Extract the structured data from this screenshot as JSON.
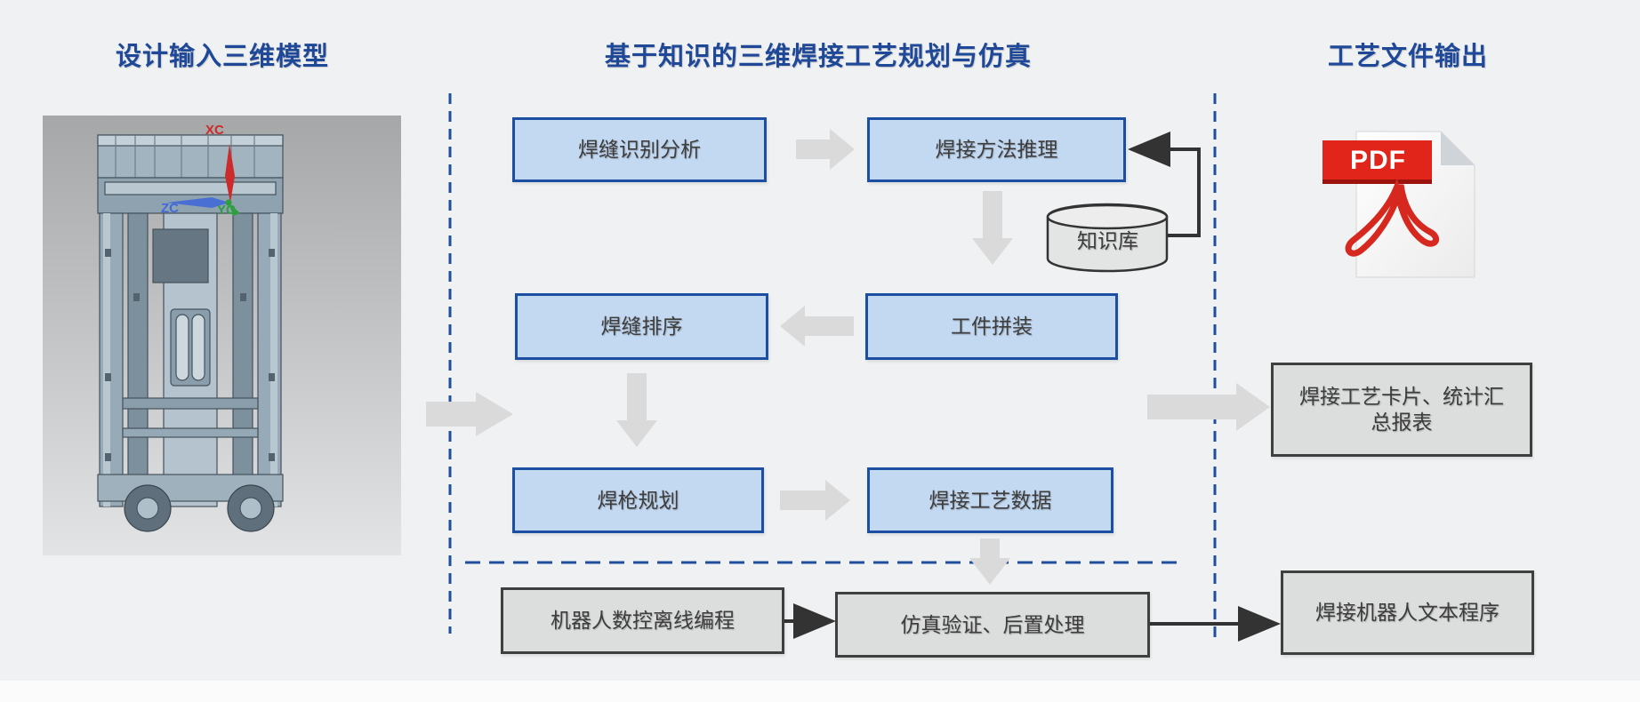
{
  "headers": {
    "design_input": "设计输入三维模型",
    "planning": "基于知识的三维焊接工艺规划与仿真",
    "output": "工艺文件输出"
  },
  "process": {
    "seam_recognition": "焊缝识别分析",
    "method_reasoning": "焊接方法推理",
    "knowledge_base": "知识库",
    "seam_sequencing": "焊缝排序",
    "part_assembly": "工件拼装",
    "torch_planning": "焊枪规划",
    "process_data": "焊接工艺数据"
  },
  "bottom": {
    "offline_programming": "机器人数控离线编程",
    "simulation": "仿真验证、后置处理",
    "robot_program": "焊接机器人文本程序"
  },
  "outputs": {
    "pdf_label": "PDF",
    "process_card": "焊接工艺卡片、统计汇总报表"
  },
  "cad_axes": {
    "x": "XC",
    "y": "YC",
    "z": "ZC"
  },
  "colors": {
    "header_blue": "#1f4898",
    "box_fill_blue": "#c3d8f1",
    "box_border_blue": "#1c4fa1",
    "gray_fill": "#dcdddd",
    "dashed_line_blue": "#1f4e9e",
    "arrow_gray": "#dadada",
    "connector_black": "#333333",
    "pdf_red": "#e2251b"
  }
}
